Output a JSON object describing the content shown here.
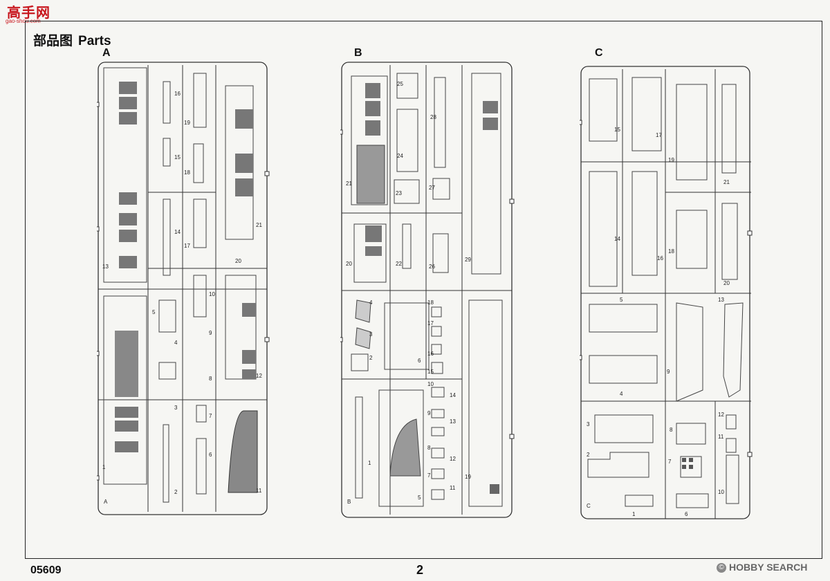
{
  "logo": {
    "brand": "高手网",
    "url": "gao-shou.com"
  },
  "title": {
    "cn": "部品图",
    "en": "Parts"
  },
  "sprues": [
    {
      "letter": "A",
      "numbers": [
        "16",
        "19",
        "15",
        "18",
        "14",
        "17",
        "10",
        "9",
        "8",
        "5",
        "12",
        "3",
        "7",
        "6",
        "2",
        "1",
        "11",
        "13",
        "20",
        "21",
        "4"
      ]
    },
    {
      "letter": "B",
      "numbers": [
        "25",
        "24",
        "23",
        "28",
        "27",
        "21",
        "22",
        "20",
        "26",
        "29",
        "4",
        "3",
        "2",
        "18",
        "17",
        "16",
        "15",
        "6",
        "14",
        "13",
        "12",
        "11",
        "10",
        "9",
        "8",
        "7",
        "5",
        "1",
        "19"
      ]
    },
    {
      "letter": "C",
      "numbers": [
        "15",
        "17",
        "19",
        "21",
        "14",
        "16",
        "18",
        "20",
        "5",
        "4",
        "9",
        "13",
        "3",
        "2",
        "8",
        "7",
        "12",
        "11",
        "10",
        "1",
        "6"
      ]
    }
  ],
  "footer": {
    "code": "05609",
    "page": "2"
  },
  "watermark": {
    "brand": "HOBBY SEARCH"
  }
}
